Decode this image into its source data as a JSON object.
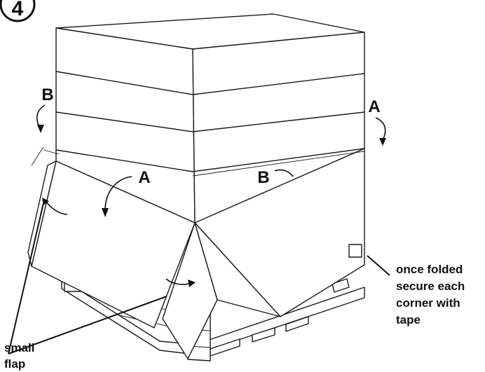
{
  "diagram": {
    "step_number": "4",
    "labels": {
      "b_top_left": "B",
      "a_top_right": "A",
      "a_front_flap": "A",
      "b_front_center": "B"
    },
    "tape_note": [
      "once folded",
      "secure each",
      "corner with",
      "tape"
    ],
    "flap_note": [
      "small",
      "flap"
    ],
    "icons": {
      "arrows": "curved-fold-arrow-icon",
      "tape": "tape-square-icon"
    },
    "colors": {
      "line": "#1a1a1a",
      "background": "#ffffff"
    }
  }
}
